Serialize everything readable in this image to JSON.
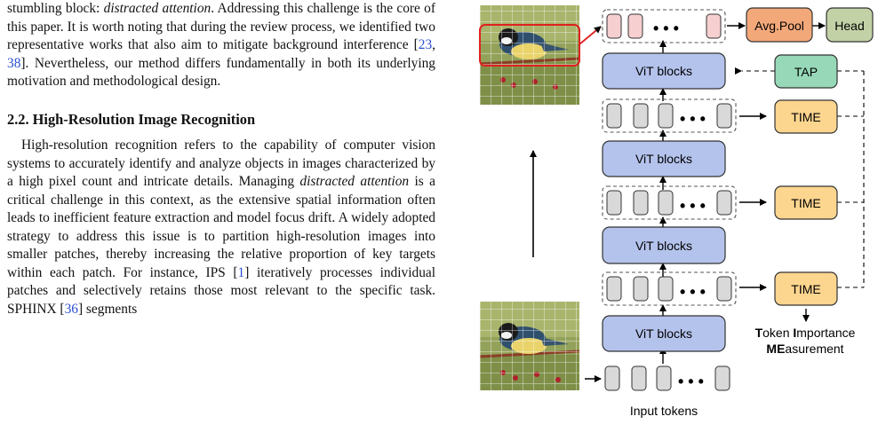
{
  "text": {
    "p1": [
      {
        "t": "stumbling block: "
      },
      {
        "t": "distracted attention",
        "i": true
      },
      {
        "t": ". Addressing this challenge is the core of this paper. It is worth noting that during the review process, we identified two representative works that also aim to mitigate background interference ["
      },
      {
        "t": "23",
        "ref": true
      },
      {
        "t": ", "
      },
      {
        "t": "38",
        "ref": true
      },
      {
        "t": "]. Nevertheless, our method differs fundamentally in both its underlying motivation and methodological design."
      }
    ],
    "heading": "2.2. High-Resolution Image Recognition",
    "p2": [
      {
        "t": "High-resolution recognition refers to the capability of computer vision systems to accurately identify and analyze objects in images characterized by a high pixel count and intricate details. Managing "
      },
      {
        "t": "distracted attention",
        "i": true
      },
      {
        "t": " is a critical challenge in this context, as the extensive spatial information often leads to inefficient feature extraction and model focus drift. A widely adopted strategy to address this issue is to partition high-resolution images into smaller patches, thereby increasing the relative proportion of key targets within each patch. For instance, IPS ["
      },
      {
        "t": "1",
        "ref": true
      },
      {
        "t": "] iteratively processes individual patches and selectively retains those most relevant to the specific task. SPHINX ["
      },
      {
        "t": "36",
        "ref": true
      },
      {
        "t": "] segments"
      }
    ]
  },
  "figure": {
    "vit_label": "ViT blocks",
    "time_label": "TIME",
    "tap_label": "TAP",
    "pool_label": "Avg.Pool",
    "head_label": "Head",
    "dots": "• • •",
    "input_label": "Input tokens",
    "caption_line1": [
      {
        "t": "T",
        "b": true
      },
      {
        "t": "oken "
      },
      {
        "t": "I",
        "b": true
      },
      {
        "t": "mportance"
      }
    ],
    "caption_line2": [
      {
        "t": "ME",
        "b": true
      },
      {
        "t": "asurement"
      }
    ],
    "colors": {
      "vit": "#b4c3ec",
      "time": "#fcd58f",
      "tap": "#96d8b7",
      "pool": "#f3a87a",
      "head": "#c3d2a6",
      "token_grey": "#d9d9d9",
      "token_pink": "#f6cfd0",
      "highlight": "#e02020"
    }
  }
}
